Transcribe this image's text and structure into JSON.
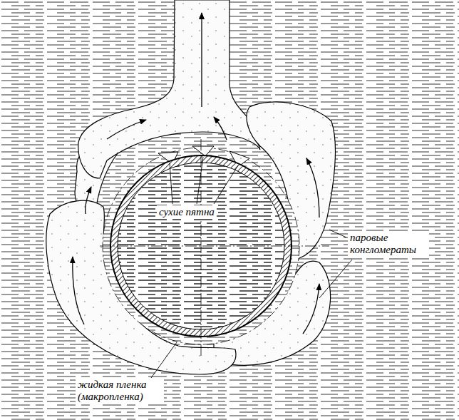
{
  "diagram": {
    "labels": [
      "сухие пятна",
      "паровые конгломераты",
      "жидкая пленка (макропленка)"
    ]
  }
}
